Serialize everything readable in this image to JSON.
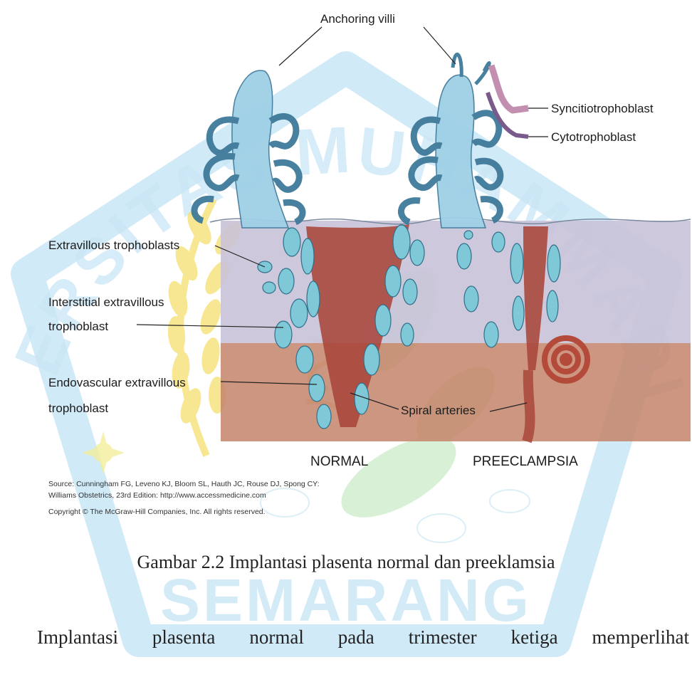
{
  "labels": {
    "anchoring_villi": "Anchoring villi",
    "syncitiotrophoblast": "Syncitiotrophoblast",
    "cytotrophoblast": "Cytotrophoblast",
    "extravillous": "Extravillous trophoblasts",
    "interstitial_1": "Interstitial extravillous",
    "interstitial_2": "trophoblast",
    "endovascular_1": "Endovascular extravillous",
    "endovascular_2": "trophoblast",
    "spiral_arteries": "Spiral arteries",
    "normal": "NORMAL",
    "preeclampsia": "PREECLAMPSIA"
  },
  "source": {
    "line1": "Source: Cunningham FG, Leveno KJ, Bloom SL, Hauth JC, Rouse DJ, Spong CY:",
    "line2": "Williams Obstetrics, 23rd Edition: http://www.accessmedicine.com",
    "copyright": "Copyright © The McGraw-Hill Companies, Inc. All rights reserved."
  },
  "watermark": {
    "arc_text": "UNIVERSITAS MUHAMMADIYAH",
    "bottom_text": "SEMARANG"
  },
  "caption": "Gambar 2.2 Implantasi plasenta normal dan preeklamsia",
  "body_text": "Implantasi plasenta normal pada trimester ketiga memperlihat",
  "colors": {
    "watermark_blue": "#c9e6f6",
    "watermark_yellow": "#f6df6e",
    "decidua_top": "#c9c2d8",
    "decidua_bottom": "#c4846a",
    "artery_red": "#a8463a",
    "trophoblast_cyan": "#7fc8d8"
  }
}
